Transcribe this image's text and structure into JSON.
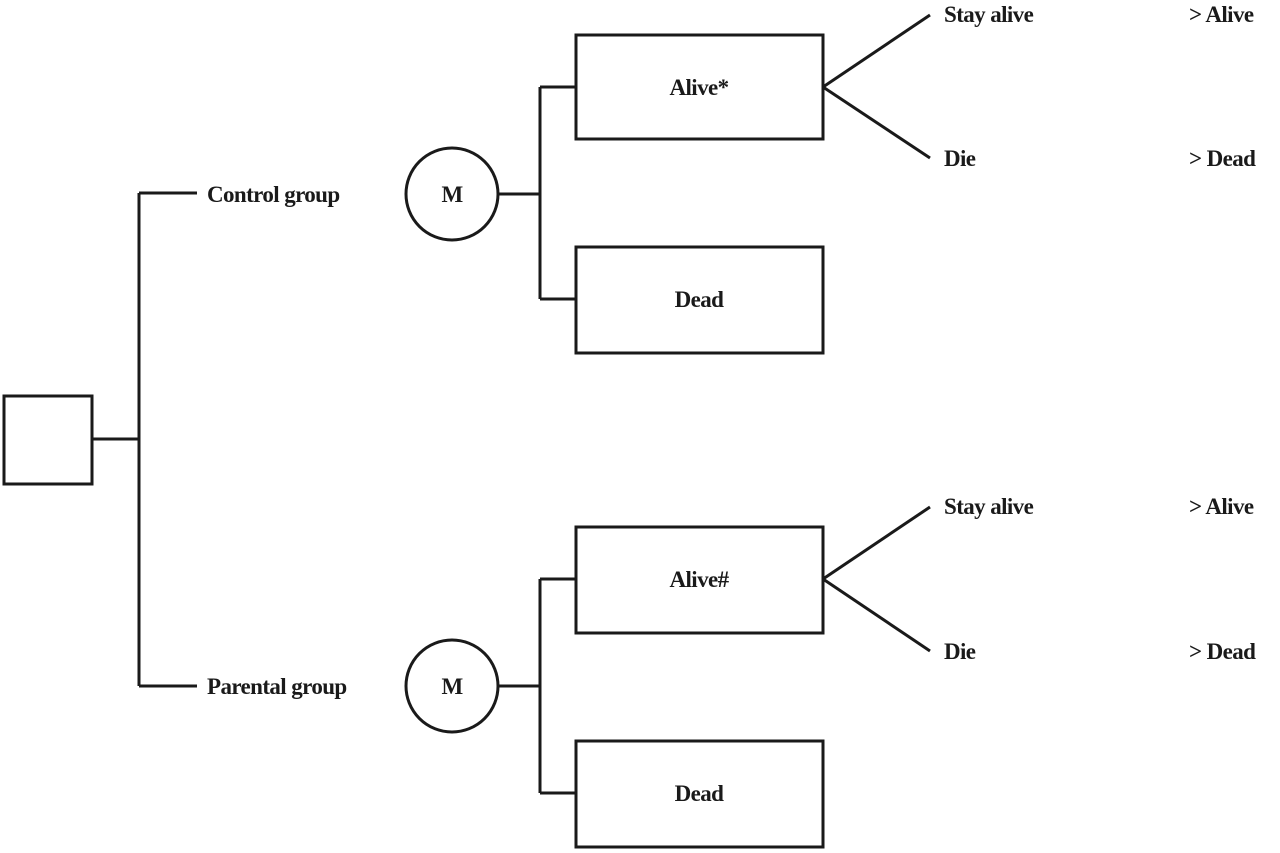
{
  "decision_node": {
    "label": ""
  },
  "arms": [
    {
      "label": "Control group",
      "markov_node": "M",
      "states": [
        {
          "label": "Alive*",
          "transitions": [
            {
              "label": "Stay alive",
              "outcome": "> Alive"
            },
            {
              "label": "Die",
              "outcome": "> Dead"
            }
          ]
        },
        {
          "label": "Dead"
        }
      ]
    },
    {
      "label": "Parental group",
      "markov_node": "M",
      "states": [
        {
          "label": "Alive#",
          "transitions": [
            {
              "label": "Stay alive",
              "outcome": "> Alive"
            },
            {
              "label": "Die",
              "outcome": "> Dead"
            }
          ]
        },
        {
          "label": "Dead"
        }
      ]
    }
  ]
}
